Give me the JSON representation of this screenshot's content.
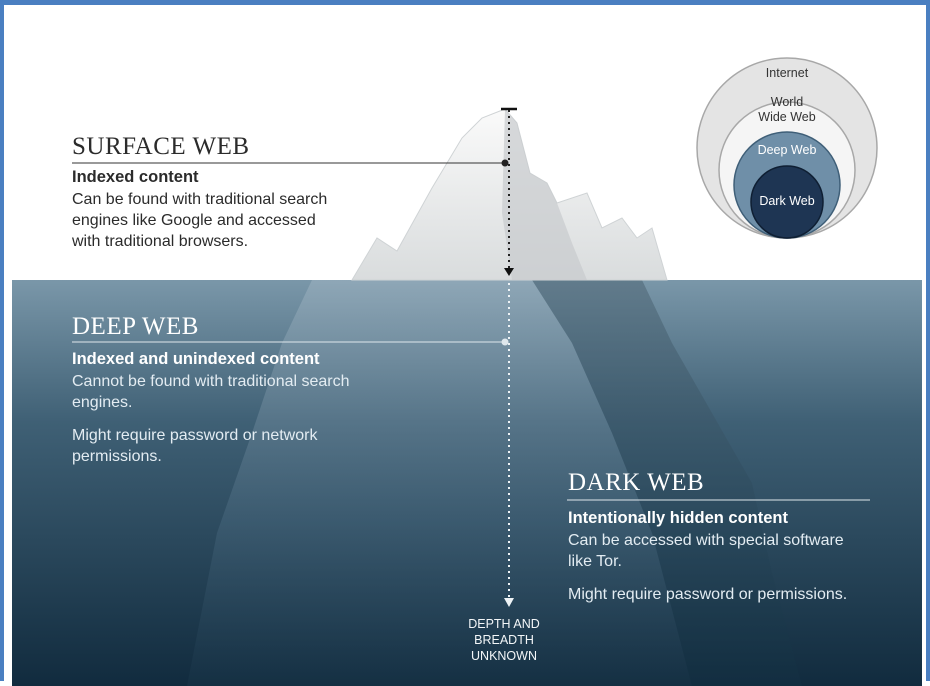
{
  "surface": {
    "title": "SURFACE WEB",
    "subtitle": "Indexed content",
    "body": [
      "Can be found with traditional search",
      "engines like Google and accessed",
      "with traditional browsers."
    ]
  },
  "deep": {
    "title": "DEEP WEB",
    "subtitle": "Indexed and unindexed content",
    "body": [
      "Cannot be found with traditional search",
      "engines."
    ],
    "body2": [
      "Might require password or network",
      "permissions."
    ]
  },
  "dark": {
    "title": "DARK WEB",
    "subtitle": "Intentionally hidden content",
    "body": [
      "Can be accessed with special software",
      "like Tor."
    ],
    "body2": "Might require password or permissions."
  },
  "depth_label": [
    "DEPTH AND",
    "BREADTH",
    "UNKNOWN"
  ],
  "venn": {
    "outer": "Internet",
    "www": [
      "World",
      "Wide Web"
    ],
    "deep": "Deep Web",
    "dark": "Dark Web"
  },
  "colors": {
    "frame": "#4a7fc1",
    "water_top": "#7895a7",
    "water_bottom": "#122d40",
    "venn_internet": "#e6e6e6",
    "venn_www": "#f4f4f4",
    "venn_deep": "#6f8fa8",
    "venn_dark": "#1e3553"
  }
}
